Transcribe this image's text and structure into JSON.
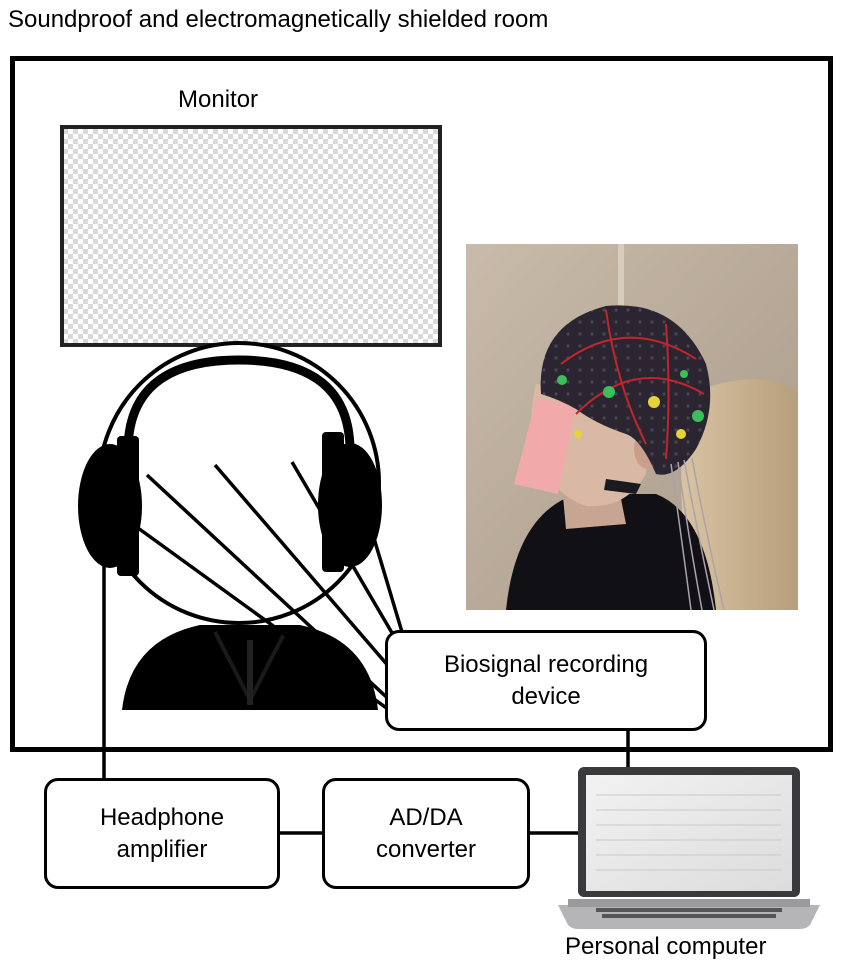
{
  "room": {
    "title": "Soundproof and electromagnetically shielded room"
  },
  "monitor": {
    "label": "Monitor"
  },
  "biosignal": {
    "line1": "Biosignal recording",
    "line2": "device"
  },
  "headphone_amp": {
    "line1": "Headphone",
    "line2": "amplifier"
  },
  "adda": {
    "line1": "AD/DA",
    "line2": "converter"
  },
  "pc": {
    "label": "Personal computer"
  },
  "colors": {
    "cap": "#2a2530",
    "skin": "#d9b8a6",
    "wall": "#b9aa98",
    "face_mask": "#f2a9a9",
    "electrode_green": "#3cbf5a",
    "electrode_yellow": "#e8d23a",
    "cap_seam": "#c0262b"
  }
}
